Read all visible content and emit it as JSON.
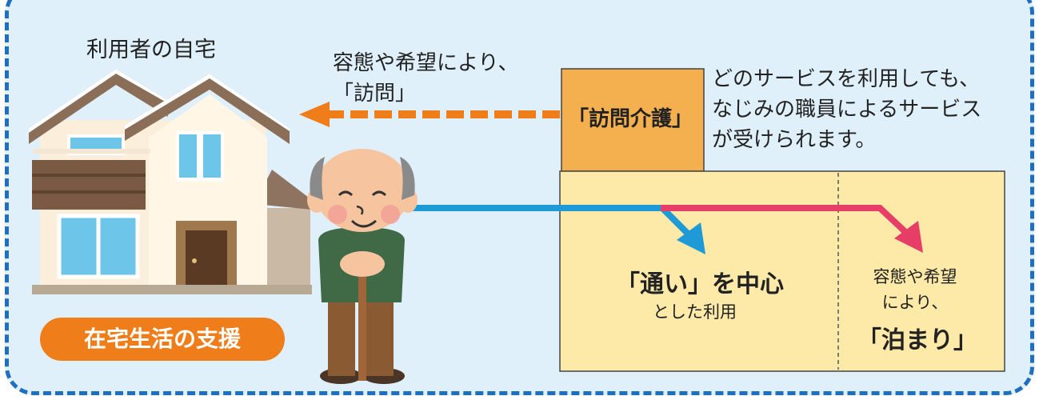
{
  "home": {
    "title": "利用者の自宅"
  },
  "visit": {
    "note_lines": [
      "容態や希望により、",
      "「訪問」"
    ],
    "service_label": "「訪問介護」"
  },
  "staff_note": {
    "lines": [
      "どのサービスを利用しても、",
      "なじみの職員によるサービス",
      "が受けられます。"
    ]
  },
  "day_service": {
    "main": "「通い」を中心",
    "sub": "とした利用"
  },
  "stay_service": {
    "lines": [
      "容態や希望",
      "により、"
    ],
    "main": "「泊まり」"
  },
  "badge": {
    "label": "在宅生活の支援"
  },
  "colors": {
    "panel_bg": "#dff0fa",
    "panel_border": "#1f6fbf",
    "orange": "#ef7e1a",
    "box_fill": "#fde9a8",
    "visit_box": "#f4b04f",
    "day_arrow": "#1e9ad6",
    "stay_arrow": "#e63e67"
  },
  "icons": [
    "house-illustration",
    "elderly-man-illustration"
  ]
}
